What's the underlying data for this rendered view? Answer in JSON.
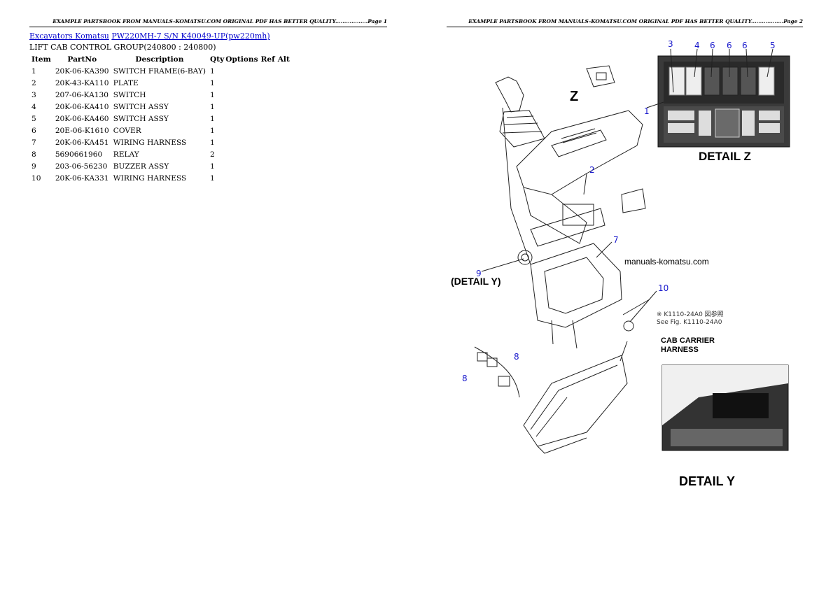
{
  "header": {
    "page1": "EXAMPLE PARTSBOOK FROM MANUALS-KOMATSU.COM ORIGINAL PDF HAS BETTER QUALITY..................Page 1",
    "page2": "EXAMPLE PARTSBOOK FROM MANUALS-KOMATSU.COM ORIGINAL PDF HAS BETTER QUALITY..................Page 2"
  },
  "breadcrumb": {
    "link1": "Excavators Komatsu",
    "link2": "PW220MH-7 S/N K40049-UP(pw220mh)"
  },
  "group_title": "LIFT CAB CONTROL GROUP(240800 : 240800)",
  "table": {
    "headers": [
      "Item",
      "PartNo",
      "Description",
      "Qty",
      "Options",
      "Ref",
      "Alt"
    ],
    "rows": [
      [
        "1",
        "20K-06-KA390",
        "SWITCH FRAME(6-BAY)",
        "1"
      ],
      [
        "2",
        "20K-43-KA110",
        "PLATE",
        "1"
      ],
      [
        "3",
        "207-06-KA130",
        "SWITCH",
        "1"
      ],
      [
        "4",
        "20K-06-KA410",
        "SWITCH ASSY",
        "1"
      ],
      [
        "5",
        "20K-06-KA460",
        "SWITCH ASSY",
        "1"
      ],
      [
        "6",
        "20E-06-K1610",
        "COVER",
        "1"
      ],
      [
        "7",
        "20K-06-KA451",
        "WIRING HARNESS",
        "1"
      ],
      [
        "8",
        "5690661960",
        "RELAY",
        "2"
      ],
      [
        "9",
        "203-06-56230",
        "BUZZER ASSY",
        "1"
      ],
      [
        "10",
        "20K-06-KA331",
        "WIRING HARNESS",
        "1"
      ]
    ]
  },
  "diagram": {
    "callouts": {
      "c1": "1",
      "c2": "2",
      "c3": "3",
      "c4": "4",
      "c5": "5",
      "c6a": "6",
      "c6b": "6",
      "c6c": "6",
      "c7": "7",
      "c8a": "8",
      "c8b": "8",
      "c9": "9",
      "c10": "10"
    },
    "labels": {
      "z": "Z",
      "detail_z": "DETAIL Z",
      "detail_y_ref": "(DETAIL Y)",
      "watermark": "manuals-komatsu.com",
      "see_fig_jp": "※ K1110-24A0 図参照",
      "see_fig_en": "See Fig. K1110-24A0",
      "cab_carrier_1": "CAB CARRIER",
      "cab_carrier_2": "HARNESS",
      "detail_y": "DETAIL Y"
    }
  }
}
